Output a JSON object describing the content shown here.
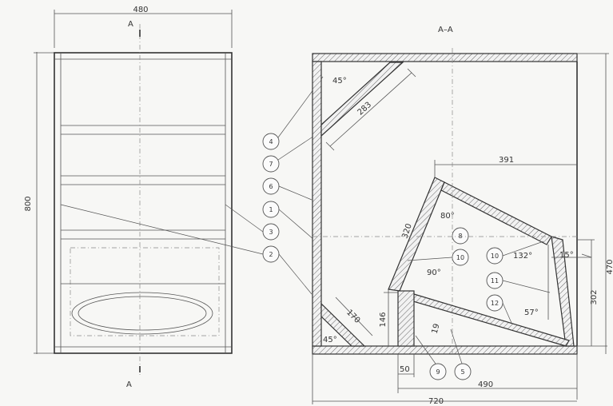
{
  "front_view": {
    "width_dim": "480",
    "height_dim": "800",
    "section_label_top": "A",
    "section_label_bottom": "A"
  },
  "section_view": {
    "title": "A–A",
    "overall_height": "470",
    "overall_width": "720",
    "inner_width": "490",
    "chamber_width": "391",
    "chamber_height": "302",
    "panel_length": "283",
    "panel_slant": "320",
    "port_length": "170",
    "port_height": "146",
    "thickness": "19",
    "base_offset": "50",
    "angles": {
      "a45_top": "45°",
      "a80": "80°",
      "a90": "90°",
      "a132": "132°",
      "a15": "15°",
      "a57": "57°",
      "a45_bottom": "45°"
    }
  },
  "callouts": {
    "left_column": [
      "4",
      "7",
      "6",
      "1",
      "3",
      "2"
    ],
    "chamber": [
      "8",
      "10",
      "10",
      "11",
      "12"
    ],
    "bottom": [
      "9",
      "5"
    ]
  }
}
